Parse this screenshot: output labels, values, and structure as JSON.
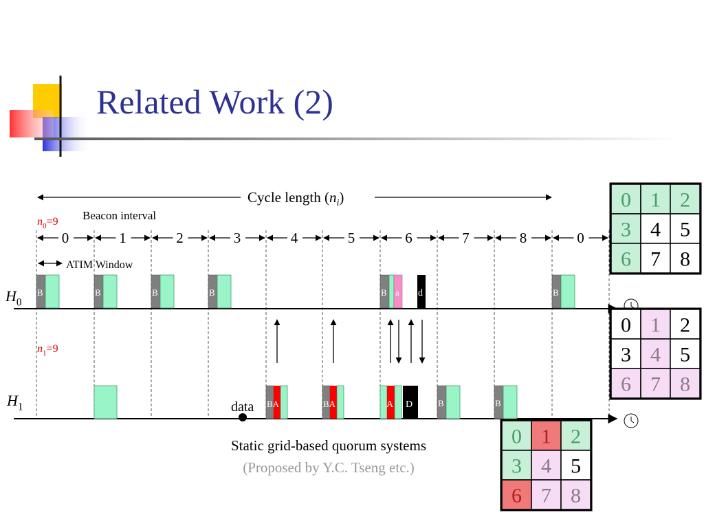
{
  "title": "Related Work (2)",
  "cycle_label": "Cycle length (",
  "cycle_var": "n",
  "cycle_sub": "i",
  "cycle_close": ")",
  "beacon_interval_label": "Beacon interval",
  "atim_label": "ATIM Window",
  "n0": {
    "var": "n",
    "sub": "0",
    "value": "=9"
  },
  "n1": {
    "var": "n",
    "sub": "1",
    "value": "=9"
  },
  "h0": {
    "var": "H",
    "sub": "0"
  },
  "h1": {
    "var": "H",
    "sub": "1"
  },
  "interval_numbers": [
    "0",
    "1",
    "2",
    "3",
    "4",
    "5",
    "6",
    "7",
    "8",
    "0"
  ],
  "data_label": "data",
  "caption": "Static grid-based quorum systems",
  "subcaption": "(Proposed by Y.C. Tseng etc.)",
  "frame_letters": {
    "b": "B",
    "a_lower": "a",
    "d_lower": "d",
    "a_upper": "A",
    "d_upper": "D",
    "ba": "BA"
  },
  "grids": [
    {
      "cells": [
        "0",
        "1",
        "2",
        "3",
        "4",
        "5",
        "6",
        "7",
        "8"
      ],
      "fills": [
        "#c8f0d8",
        "#c8f0d8",
        "#c8f0d8",
        "#c8f0d8",
        "#ffffff",
        "#ffffff",
        "#c8f0d8",
        "#ffffff",
        "#ffffff"
      ],
      "text": [
        "#4a9a6a",
        "#4a9a6a",
        "#4a9a6a",
        "#4a9a6a",
        "#000000",
        "#000000",
        "#4a9a6a",
        "#000000",
        "#000000"
      ]
    },
    {
      "cells": [
        "0",
        "1",
        "2",
        "3",
        "4",
        "5",
        "6",
        "7",
        "8"
      ],
      "fills": [
        "#ffffff",
        "#f7dcf5",
        "#ffffff",
        "#ffffff",
        "#f7dcf5",
        "#ffffff",
        "#f7dcf5",
        "#f7dcf5",
        "#f7dcf5"
      ],
      "text": [
        "#000000",
        "#8a7a8a",
        "#000000",
        "#000000",
        "#8a7a8a",
        "#000000",
        "#8a7a8a",
        "#8a7a8a",
        "#8a7a8a"
      ]
    },
    {
      "cells": [
        "0",
        "1",
        "2",
        "3",
        "4",
        "5",
        "6",
        "7",
        "8"
      ],
      "fills": [
        "#c8f0d8",
        "#f07a7a",
        "#c8f0d8",
        "#c8f0d8",
        "#f7dcf5",
        "#ffffff",
        "#f07a7a",
        "#f7dcf5",
        "#f7dcf5"
      ],
      "text": [
        "#4a9a6a",
        "#b02020",
        "#4a9a6a",
        "#4a9a6a",
        "#8a7a8a",
        "#000000",
        "#b02020",
        "#8a7a8a",
        "#8a7a8a"
      ]
    }
  ],
  "colors": {
    "title": "#2e3192",
    "green": "#99f5c8",
    "gray": "#808080",
    "red": "#ff0000",
    "pink": "#f490c8",
    "black": "#000000",
    "var_red": "#dd0000"
  }
}
